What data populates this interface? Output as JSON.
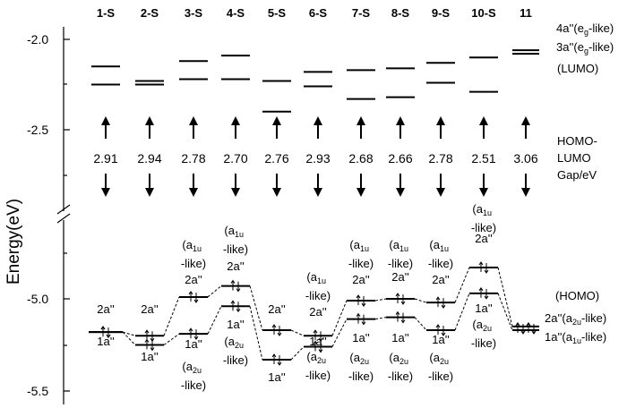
{
  "y_axis": {
    "label": "Energy(eV)",
    "ticks": [
      "-2.0",
      "-2.5",
      "-5.0",
      "-5.5"
    ]
  },
  "columns": [
    "1-S",
    "2-S",
    "3-S",
    "4-S",
    "5-S",
    "6-S",
    "7-S",
    "8-S",
    "9-S",
    "10-S",
    "11"
  ],
  "gaps": [
    "2.91",
    "2.94",
    "2.78",
    "2.70",
    "2.76",
    "2.93",
    "2.68",
    "2.66",
    "2.78",
    "2.51",
    "3.06"
  ],
  "gap_label": [
    "HOMO-",
    "LUMO",
    "Gap/eV"
  ],
  "lumo_side": {
    "line1": {
      "pre": "4a''(e",
      "sub": "g",
      "post": "-like)"
    },
    "line2": {
      "pre": "3a''(e",
      "sub": "g",
      "post": "-like)"
    },
    "line3": "(LUMO)"
  },
  "homo_side": {
    "line1": "(HOMO)",
    "line2": {
      "pre": "2a''(a",
      "sub": "2u",
      "post": "-like)"
    },
    "line3": {
      "pre": "1a''(a",
      "sub": "1u",
      "post": "-like)"
    }
  },
  "labels": {
    "two_a": "2a''",
    "one_a": "1a''",
    "a1u_open": "(a",
    "a1u_sub": "1u",
    "a2u_open": "(a",
    "a2u_sub": "2u",
    "like": "-like)"
  },
  "chart_data": {
    "type": "energy-level-diagram",
    "ylabel": "Energy(eV)",
    "categories": [
      "1-S",
      "2-S",
      "3-S",
      "4-S",
      "5-S",
      "6-S",
      "7-S",
      "8-S",
      "9-S",
      "10-S",
      "11"
    ],
    "axis_break": "between -2.7 and -4.7 eV",
    "series": [
      {
        "name": "4a''",
        "values": [
          -2.15,
          -2.23,
          -2.12,
          -2.09,
          -2.23,
          -2.18,
          -2.17,
          -2.16,
          -2.13,
          -2.1,
          -2.06
        ]
      },
      {
        "name": "3a''",
        "values": [
          -2.25,
          -2.25,
          -2.22,
          -2.22,
          -2.4,
          -2.26,
          -2.33,
          -2.32,
          -2.24,
          -2.29,
          -2.08
        ]
      },
      {
        "name": "2a''",
        "values": [
          -5.18,
          -5.2,
          -4.99,
          -4.93,
          -5.17,
          -5.2,
          -5.01,
          -5.0,
          -5.02,
          -4.83,
          -5.15
        ]
      },
      {
        "name": "1a''",
        "values": [
          -5.18,
          -5.25,
          -5.19,
          -5.04,
          -5.33,
          -5.26,
          -5.11,
          -5.1,
          -5.17,
          -4.97,
          -5.17
        ]
      }
    ],
    "gaps_eV": [
      2.91,
      2.94,
      2.78,
      2.7,
      2.76,
      2.93,
      2.68,
      2.66,
      2.78,
      2.51,
      3.06
    ],
    "yticks": [
      -2.0,
      -2.5,
      -5.0,
      -5.5
    ]
  }
}
